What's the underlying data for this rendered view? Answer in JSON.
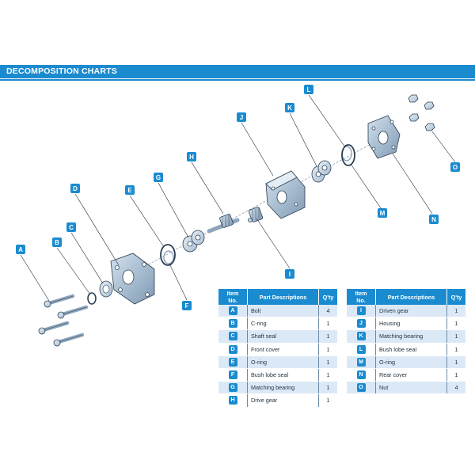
{
  "header": {
    "title": "DECOMPOSITION CHARTS"
  },
  "table_headers": {
    "item_no": "Item No.",
    "part_descriptions": "Part Descriptions",
    "qty": "Q'ty"
  },
  "parts_left": [
    {
      "item": "A",
      "description": "Bolt",
      "qty": "4"
    },
    {
      "item": "B",
      "description": "C-ring",
      "qty": "1"
    },
    {
      "item": "C",
      "description": "Shaft seal",
      "qty": "1"
    },
    {
      "item": "D",
      "description": "Front cover",
      "qty": "1"
    },
    {
      "item": "E",
      "description": "O-ring",
      "qty": "1"
    },
    {
      "item": "F",
      "description": "Bush lobe seal",
      "qty": "1"
    },
    {
      "item": "G",
      "description": "Matching bearing",
      "qty": "1"
    },
    {
      "item": "H",
      "description": "Drive gear",
      "qty": "1"
    }
  ],
  "parts_right": [
    {
      "item": "I",
      "description": "Driven gear",
      "qty": "1"
    },
    {
      "item": "J",
      "description": "Housing",
      "qty": "1"
    },
    {
      "item": "K",
      "description": "Matching bearing",
      "qty": "1"
    },
    {
      "item": "L",
      "description": "Bush lobe seal",
      "qty": "1"
    },
    {
      "item": "M",
      "description": "O-ring",
      "qty": "1"
    },
    {
      "item": "N",
      "description": "Rear cover",
      "qty": "1"
    },
    {
      "item": "O",
      "description": "Nut",
      "qty": "4"
    }
  ],
  "callout_labels": [
    "A",
    "B",
    "C",
    "D",
    "E",
    "F",
    "G",
    "H",
    "I",
    "J",
    "K",
    "L",
    "M",
    "N",
    "O"
  ],
  "colors": {
    "accent": "#1b8bd0",
    "row_alt": "#dbe9f7",
    "part_fill": "#c9d9e8",
    "part_stroke": "#2b3f52"
  }
}
